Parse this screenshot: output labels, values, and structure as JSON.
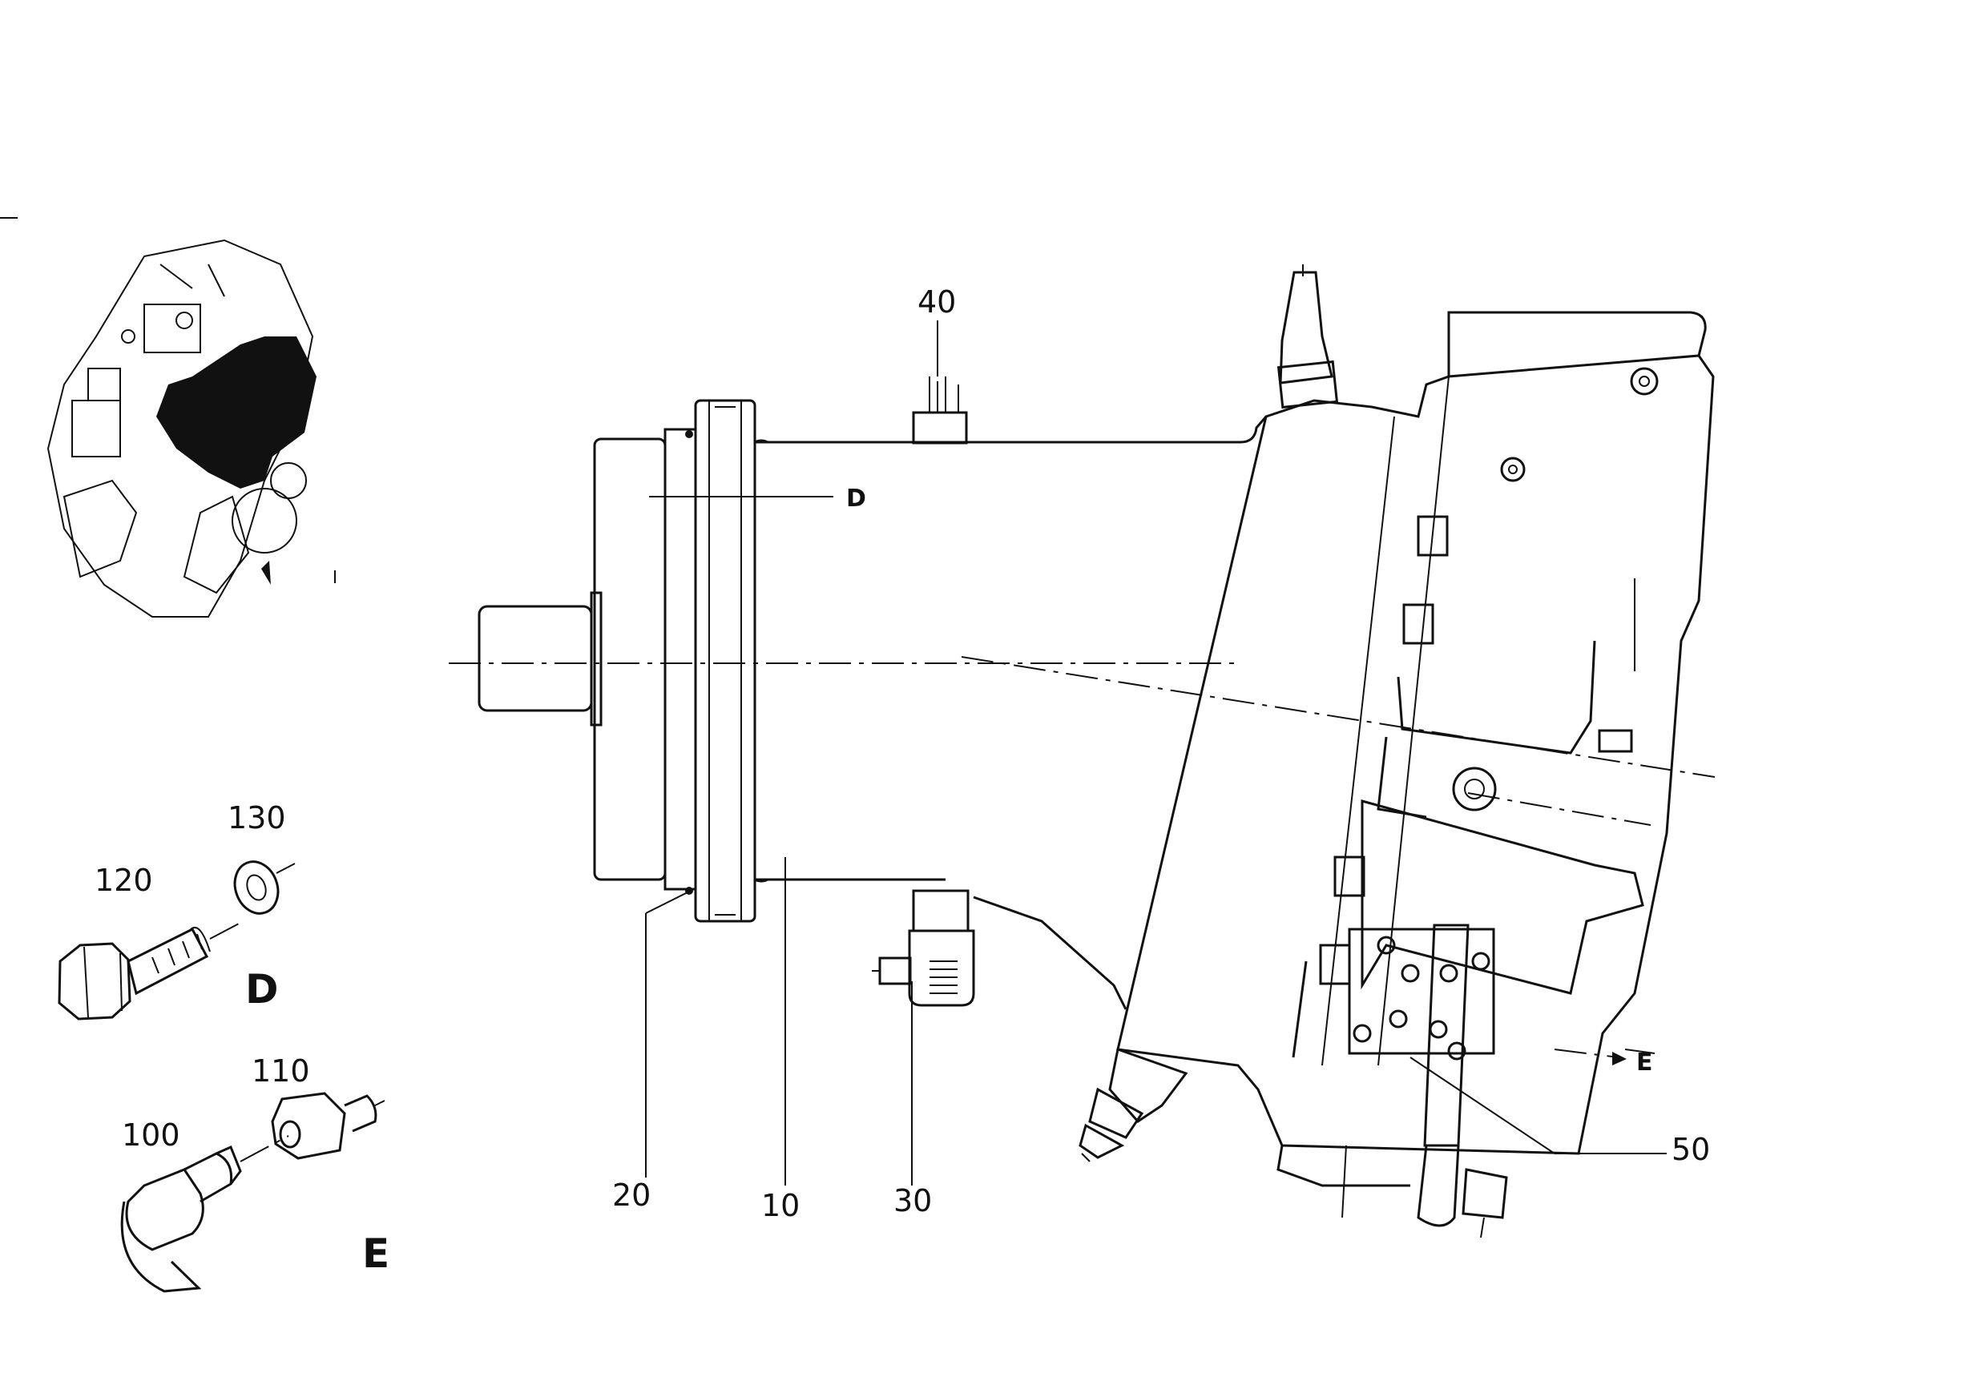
{
  "callouts": {
    "c10": "10",
    "c20": "20",
    "c30": "30",
    "c40": "40",
    "c50": "50",
    "c100": "100",
    "c110": "110",
    "c120": "120",
    "c130": "130"
  },
  "view_marks": {
    "d_main": "D",
    "e_main": "E",
    "d_detail": "D",
    "e_detail": "E"
  }
}
